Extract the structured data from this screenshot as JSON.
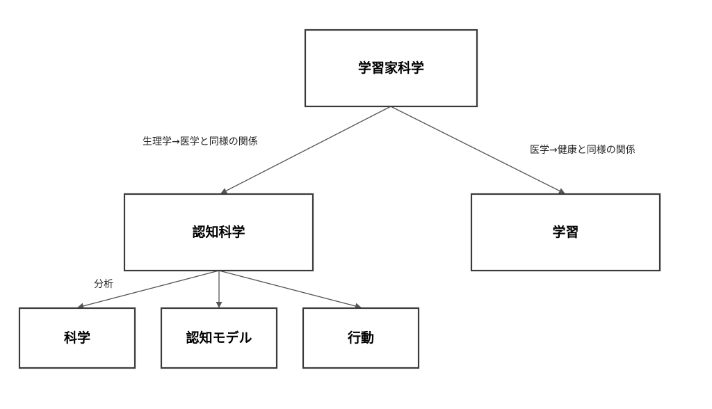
{
  "nodes": {
    "root": {
      "label": "学習家科学"
    },
    "cognitive_science": {
      "label": "認知科学"
    },
    "learning": {
      "label": "学習"
    },
    "science": {
      "label": "科学"
    },
    "cognitive_model": {
      "label": "認知モデル"
    },
    "behavior": {
      "label": "行動"
    }
  },
  "edges": {
    "root_to_cognitive_science": {
      "label": "生理学→医学と同様の関係"
    },
    "root_to_learning": {
      "label": "医学→健康と同様の関係"
    },
    "cognitive_science_to_science": {
      "label": "分析"
    }
  },
  "colors": {
    "box_stroke": "#3a3a3a",
    "edge_stroke": "#555555",
    "background": "#ffffff"
  }
}
